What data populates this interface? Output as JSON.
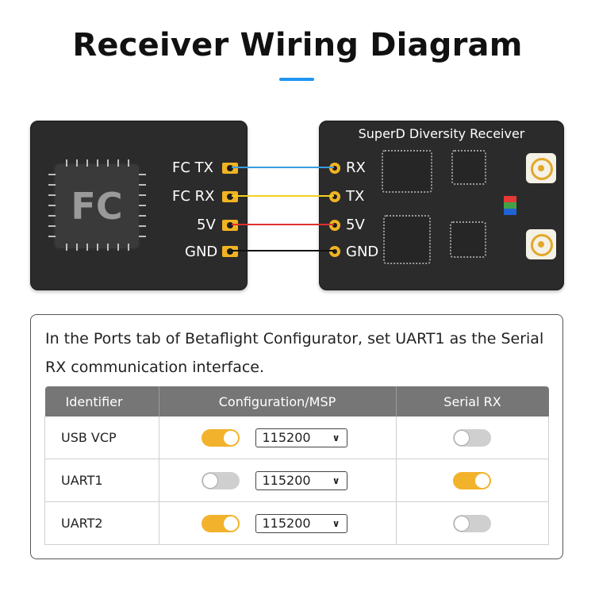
{
  "title": "Receiver Wiring Diagram",
  "colors": {
    "accent": "#2196f3",
    "board": "#2b2b2b",
    "pad": "#f0b323",
    "toggle_on": "#f2b22b",
    "toggle_off": "#cfcfcf",
    "wire_tx_rx": "#3a9de0",
    "wire_rx_tx": "#f4d11c",
    "wire_5v": "#e03030",
    "wire_gnd": "#111111"
  },
  "fc_board": {
    "chip_label": "FC",
    "pins": [
      "FC TX",
      "FC RX",
      "5V",
      "GND"
    ]
  },
  "receiver": {
    "title": "SuperD Diversity Receiver",
    "pins": [
      "RX",
      "TX",
      "5V",
      "GND"
    ]
  },
  "wires": [
    {
      "from": "FC TX",
      "to": "RX",
      "color": "#3a9de0"
    },
    {
      "from": "FC RX",
      "to": "TX",
      "color": "#f4d11c"
    },
    {
      "from": "5V",
      "to": "5V",
      "color": "#e03030"
    },
    {
      "from": "GND",
      "to": "GND",
      "color": "#111111"
    }
  ],
  "instruction": "In the Ports tab of Betaflight Configurator, set UART1 as the Serial RX communication interface.",
  "ports_table": {
    "headers": [
      "Identifier",
      "Configuration/MSP",
      "Serial RX"
    ],
    "rows": [
      {
        "identifier": "USB VCP",
        "msp_enabled": true,
        "baud": "115200",
        "serial_rx": false
      },
      {
        "identifier": "UART1",
        "msp_enabled": false,
        "baud": "115200",
        "serial_rx": true
      },
      {
        "identifier": "UART2",
        "msp_enabled": true,
        "baud": "115200",
        "serial_rx": false
      }
    ]
  }
}
